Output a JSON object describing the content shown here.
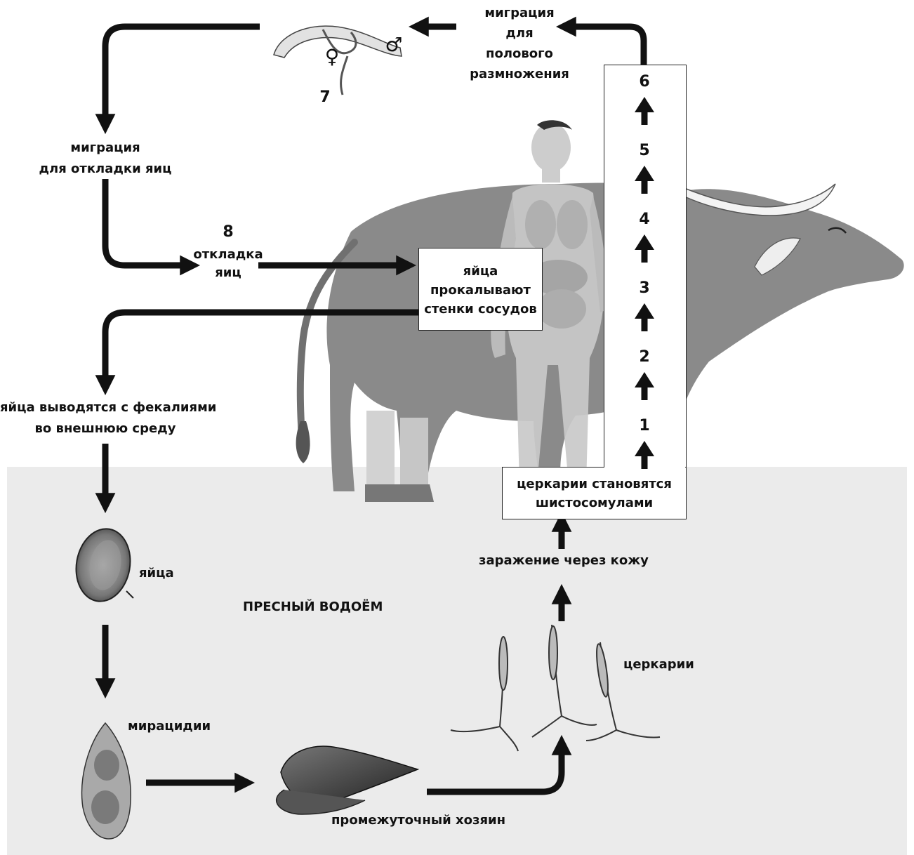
{
  "diagram": {
    "colors": {
      "water": "#ebebeb",
      "animal_body": "#8a8a8a",
      "human_body": "#c9c9c9",
      "arrow": "#111111",
      "text": "#111111"
    },
    "labels": {
      "worms_number": "7",
      "female_symbol": "♀",
      "male_symbol": "♂",
      "migration_reproduction": [
        "миграция",
        "для",
        "полового",
        "размножения"
      ],
      "migration_egg_laying": [
        "миграция",
        "для откладки яиц"
      ],
      "egg_laying_number": "8",
      "egg_laying": [
        "откладка",
        "яиц"
      ],
      "eggs_pierce_vessels": [
        "яйца",
        "прокалывают",
        "стенки сосудов"
      ],
      "eggs_excreted": [
        "яйца выводятся с фекалиями",
        "во внешнюю среду"
      ],
      "eggs": "яйца",
      "freshwater": "ПРЕСНЫЙ ВОДОЁМ",
      "miracidia": "мирацидии",
      "intermediate_host": "промежуточный хозяин",
      "cercariae": "церкарии",
      "skin_infection": "заражение через кожу",
      "cercariae_become": [
        "церкарии становятся",
        "шистосомулами"
      ]
    },
    "stages": [
      "6",
      "5",
      "4",
      "3",
      "2",
      "1"
    ]
  }
}
